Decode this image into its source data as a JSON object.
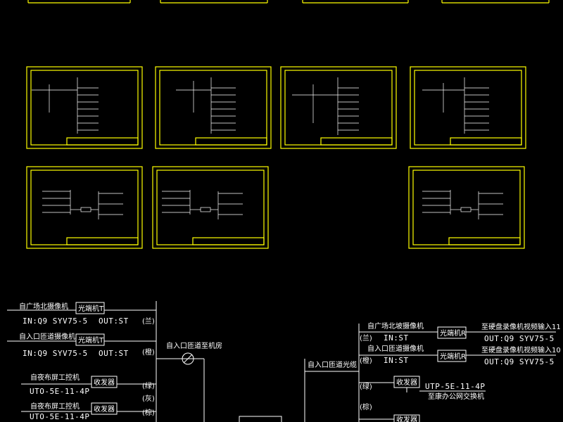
{
  "left_block": {
    "rows": [
      {
        "label": "自广场北摄像机",
        "box": "光端机T",
        "spec_in": "IN:Q9 SYV75-5",
        "spec_out": "OUT:ST",
        "tag": "(兰)"
      },
      {
        "label": "自入口匝道摄像机",
        "box": "光端机T",
        "spec_in": "IN:Q9 SYV75-5",
        "spec_out": "OUT:ST",
        "tag": "(橙)"
      },
      {
        "label": "自夜布屏工控机",
        "box": "收发器",
        "spec_in": "UTO-5E-11-4P",
        "spec_out": "",
        "tag": "(绿)"
      },
      {
        "label": "自夜布屏工控机",
        "box": "收发器",
        "spec_in": "UTO-5E-11-4P",
        "spec_out": "",
        "tag": "(灰)"
      }
    ],
    "tag_extra": "(棕)",
    "center_label": "自入口匝道至机房"
  },
  "right_block": {
    "row1": {
      "label": "自广场北坡摄像机",
      "tag": "(兰)",
      "spec": "IN:ST",
      "box": "光端机R",
      "dest": "至硬盘录像机视频输入11",
      "out": "OUT:Q9 SYV75-5"
    },
    "row2": {
      "label": "自入口匝道摄像机",
      "tag": "(橙)",
      "spec": "IN:ST",
      "box": "光端机R",
      "dest": "至硬盘录像机视频输入10",
      "out": "OUT:Q9 SYV75-5"
    },
    "row3": {
      "tag": "(绿)",
      "box": "收发器",
      "spec": "UTP-5E-11-4P",
      "dest": "至康办公网交换机"
    },
    "row4": {
      "tag": "(棕)",
      "box": "收发器"
    },
    "center_label": "自入口匝道光缆"
  },
  "colors": {
    "frame": "#ffff00",
    "line": "#ffffff",
    "background": "#000000"
  }
}
